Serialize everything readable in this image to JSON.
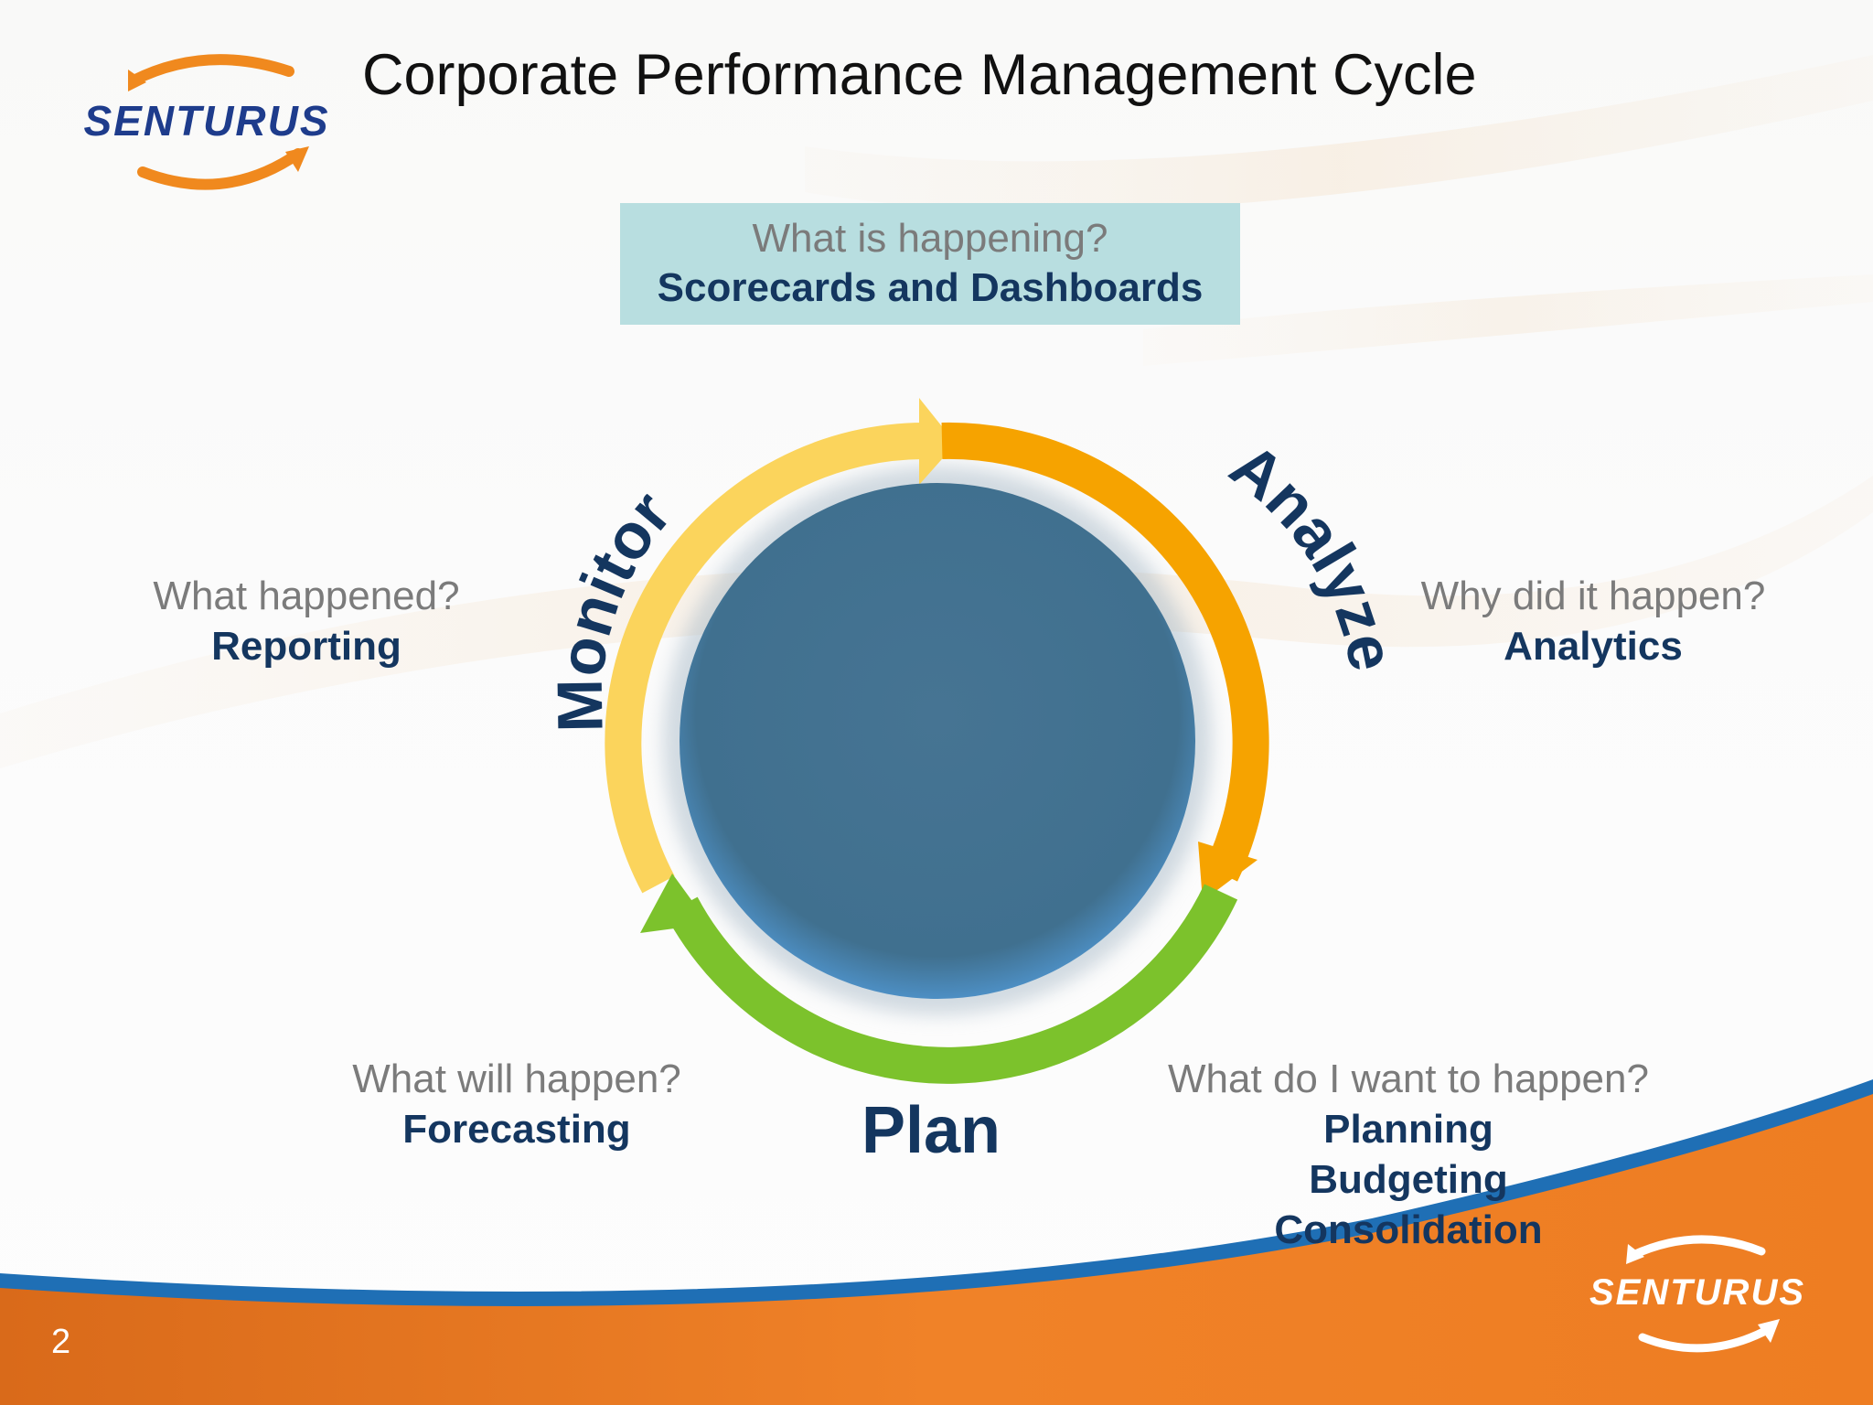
{
  "slide": {
    "title": "Corporate Performance Management Cycle",
    "page_number": "2"
  },
  "logo": {
    "text": "SENTURUS"
  },
  "top_box": {
    "question": "What is happening?",
    "answer": "Scorecards and Dashboards"
  },
  "left_block": {
    "question": "What happened?",
    "answer": "Reporting"
  },
  "right_block": {
    "question": "Why did it happen?",
    "answer": "Analytics"
  },
  "bottom_left_block": {
    "question": "What will happen?",
    "answer": "Forecasting"
  },
  "bottom_right_block": {
    "question": "What do I want to happen?",
    "answers": [
      "Planning",
      "Budgeting",
      "Consolidation"
    ]
  },
  "cycle": {
    "stages": [
      {
        "label": "Monitor",
        "color": "#fbd45c"
      },
      {
        "label": "Analyze",
        "color": "#f6a300"
      },
      {
        "label": "Plan",
        "color": "#7cc22c"
      }
    ],
    "center_color": "#446f90"
  },
  "colors": {
    "orange_band": "#ee7d22",
    "blue_stripe": "#1f6fb5",
    "label_navy": "#14365f"
  }
}
